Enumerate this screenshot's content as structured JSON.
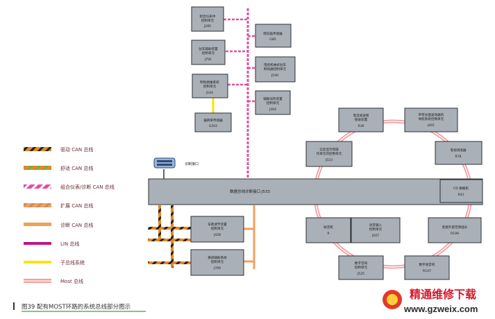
{
  "legend": [
    {
      "label": "驱动 CAN 总线",
      "color": "#e8871e",
      "stripe": "#222222"
    },
    {
      "label": "舒适 CAN 总线",
      "color": "#e8871e",
      "stripe": "#6ab04c"
    },
    {
      "label": "组合仪表/诊断 CAN 总线",
      "color": "#e24fa0",
      "stripe": "#ffffff"
    },
    {
      "label": "扩展 CAN 总线",
      "color": "#f0a060",
      "stripe": "#c98a5a"
    },
    {
      "label": "诊断 CAN 总线",
      "color": "#f0a050",
      "stripe": ""
    },
    {
      "label": "LIN 总线",
      "color": "#c0157d",
      "stripe": ""
    },
    {
      "label": "子总线系统",
      "color": "#f5e600",
      "stripe": ""
    },
    {
      "label": "Most 总线",
      "color": "#f2a0a0",
      "stripe": "#ffffff"
    }
  ],
  "units": {
    "combi": {
      "lines": [
        "组合仪表中",
        "控制单元"
      ],
      "code": "J285"
    },
    "steering_assist": {
      "lines": [
        "驻车辅助装置",
        "控制单元"
      ],
      "code": "J791"
    },
    "brake_booster": {
      "lines": [
        "制动助推系统",
        "控制单元"
      ],
      "code": "J104"
    },
    "yaw_sensor": {
      "lines": [
        "偏转率传感器"
      ],
      "code": "G202"
    },
    "steering_angle": {
      "lines": [
        "转向角传感器"
      ],
      "code": "G85"
    },
    "epb": {
      "lines": [
        "电控机械式驻车",
        "制动器控制单元"
      ],
      "code": "J540"
    },
    "aux_heater": {
      "lines": [
        "辅助加热装置",
        "控制单元"
      ],
      "code": "J364"
    },
    "gateway": {
      "lines": [
        "数据总线诊断接口 J533"
      ],
      "code": ""
    },
    "headlight_range": {
      "lines": [
        "车距调节装置",
        "控制单元"
      ],
      "code": "J428"
    },
    "lane_change": {
      "lines": [
        "换道辅助系统",
        "控制单元"
      ],
      "code": "J769"
    },
    "radio": {
      "lines": [
        "收音机"
      ],
      "code": "R"
    },
    "voice_input": {
      "lines": [
        "语音输入",
        "控制单元"
      ],
      "code": "J507"
    },
    "digital_sound": {
      "lines": [
        "数字音响",
        "控制单元"
      ],
      "code": "J525"
    },
    "digital_radio": {
      "lines": [
        "数字收音机"
      ],
      "code": "R147"
    },
    "external_media": {
      "lines": [
        "连接外部音频插头"
      ],
      "code": "R199"
    },
    "cd_changer": {
      "lines": [
        "CD 换碟机"
      ],
      "code": "R41"
    },
    "tv_tuner": {
      "lines": [
        "电视调谐器"
      ],
      "code": "R78"
    },
    "nav_unit": {
      "lines": [
        "带有光盘驱动器的",
        "导航系统控制单元"
      ],
      "code": "J401"
    },
    "phone": {
      "lines": [
        "电话发送和",
        "接收装置"
      ],
      "code": "R36"
    },
    "display_unit": {
      "lines": [
        "信息显示和操",
        "作单元的控制单元"
      ],
      "code": "J523"
    }
  },
  "diag_plug_label": "诊断接口",
  "caption": "图39  配有MOST环路的系统总线部分图示",
  "watermark": {
    "cn": "精通维修下载",
    "url": "www.gzweix.com"
  }
}
